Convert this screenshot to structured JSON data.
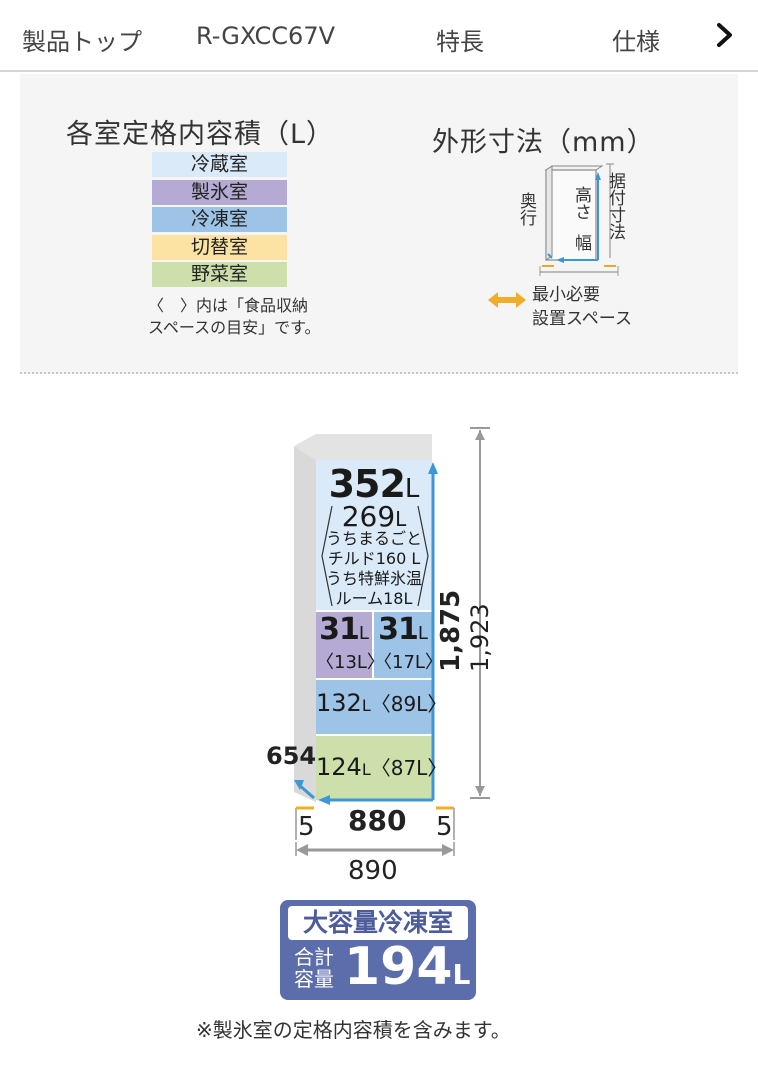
{
  "nav": {
    "items": [
      {
        "label": "製品トップ"
      },
      {
        "label": "R-GXCC67V"
      },
      {
        "label": "特長"
      },
      {
        "label": "仕様"
      }
    ],
    "next_icon": "chevron-right-icon"
  },
  "legend": {
    "title": "各室定格内容積（L）",
    "compartments": [
      {
        "label": "冷蔵室",
        "color": "#dbeaf8"
      },
      {
        "label": "製氷室",
        "color": "#b4aad3"
      },
      {
        "label": "冷凍室",
        "color": "#9dc3e6"
      },
      {
        "label": "切替室",
        "color": "#fce3a4"
      },
      {
        "label": "野菜室",
        "color": "#cde0ac"
      }
    ],
    "note_line1": "〈　〉内は「食品収納",
    "note_line2": "スペースの目安」です。"
  },
  "dimensions_legend": {
    "title": "外形寸法（mm）",
    "depth_label": "奥行",
    "height_label": "高さ",
    "width_label": "幅",
    "install_label": "据付寸法",
    "min_space_line1": "最小必要",
    "min_space_line2": "設置スペース"
  },
  "fridge": {
    "refrigerator": {
      "total": "352",
      "unit": "L",
      "sub": "269",
      "sub_unit": "L",
      "line1": "うちまるごと",
      "line2": "チルド160 L",
      "line3": "うち特鮮氷温",
      "line4": "ルーム18L"
    },
    "ice": {
      "value": "31",
      "unit": "L",
      "storage": "〈13L〉"
    },
    "switch": {
      "value": "31",
      "unit": "L",
      "storage": "〈17L〉"
    },
    "freezer": {
      "value": "132",
      "unit": "L",
      "storage": "〈89L〉"
    },
    "vegetable": {
      "value": "124",
      "unit": "L",
      "storage": "〈87L〉"
    }
  },
  "dims": {
    "height": "1,875",
    "install_height": "1,923",
    "depth": "654",
    "width": "880",
    "side_gap_left": "5",
    "side_gap_right": "5",
    "install_width": "890"
  },
  "badge": {
    "title": "大容量冷凍室",
    "label_line1": "合計",
    "label_line2": "容量",
    "value": "194",
    "unit": "L"
  },
  "footnote": "※製氷室の定格内容積を含みます。"
}
